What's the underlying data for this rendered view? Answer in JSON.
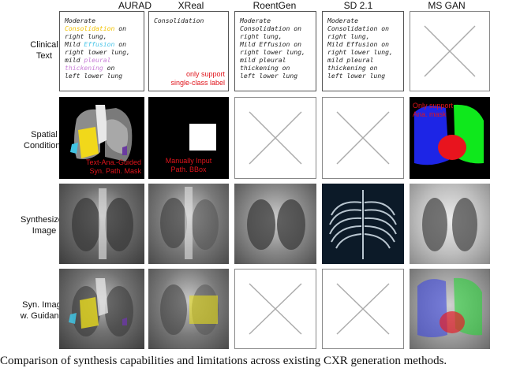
{
  "columns": [
    "AURAD",
    "XReal",
    "RoentGen",
    "SD 2.1",
    "MS GAN"
  ],
  "rows": [
    "Clinical\nText",
    "Spatial\nConditions",
    "Synthesized\nImage",
    "Syn. Image\nw. Guidance"
  ],
  "clinical_text": {
    "aurad_lines": [
      {
        "text": "Moderate",
        "color": "#222"
      },
      {
        "text": "Consolidation",
        "color": "#f2c200",
        "suffix": " on"
      },
      {
        "text": "right lung,",
        "color": "#222"
      },
      {
        "text": "Mild ",
        "color": "#222",
        "highlight": "Effusion",
        "highlight_color": "#49c5e8",
        "suffix": " on"
      },
      {
        "text": "right lower lung,",
        "color": "#222"
      },
      {
        "text": "mild ",
        "color": "#222",
        "highlight": "pleural",
        "highlight_color": "#c77cd6"
      },
      {
        "text": "thickening",
        "color": "#c77cd6",
        "suffix": " on"
      },
      {
        "text": "left lower lung",
        "color": "#222"
      }
    ],
    "xreal_text": "Consolidation",
    "xreal_note": "only support\nsingle-class label",
    "roentgen_text": "Moderate\nConsolidation on\nright lung,\nMild Effusion on\nright lower lung,\nmild pleural\nthickening on\nleft lower lung",
    "sd_text": "Moderate\nConsolidation on\nright lung,\nMild Effusion on\nright lower lung,\nmild pleural\nthickening on\nleft lower lung"
  },
  "spatial_notes": {
    "aurad": "Text-Ana.-Guided\nSyn. Path. Mask",
    "xreal": "Manually Input\nPath. BBox",
    "msgan": "Only support\nAna. mask"
  },
  "caption": "Comparison of synthesis capabilities and limitations across existing CXR generation methods."
}
